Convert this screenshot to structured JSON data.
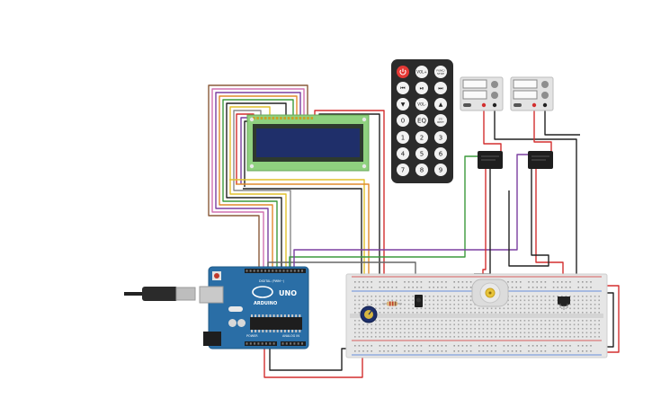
{
  "canvas": {
    "background": "#ffffff"
  },
  "remote": {
    "buttons": [
      {
        "id": "power",
        "label": ""
      },
      {
        "id": "vol-up",
        "label": "VOL+"
      },
      {
        "id": "func-stop",
        "label": "FUNC/STOP"
      },
      {
        "id": "prev",
        "label": ""
      },
      {
        "id": "play-pause",
        "label": ""
      },
      {
        "id": "next",
        "label": ""
      },
      {
        "id": "down",
        "label": ""
      },
      {
        "id": "vol-down",
        "label": "VOL-"
      },
      {
        "id": "up",
        "label": ""
      },
      {
        "id": "zero",
        "label": "0"
      },
      {
        "id": "eq",
        "label": "EQ"
      },
      {
        "id": "st-rept",
        "label": "ST/REPT"
      },
      {
        "id": "one",
        "label": "1"
      },
      {
        "id": "two",
        "label": "2"
      },
      {
        "id": "three",
        "label": "3"
      },
      {
        "id": "four",
        "label": "4"
      },
      {
        "id": "five",
        "label": "5"
      },
      {
        "id": "six",
        "label": "6"
      },
      {
        "id": "seven",
        "label": "7"
      },
      {
        "id": "eight",
        "label": "8"
      },
      {
        "id": "nine",
        "label": "9"
      }
    ]
  },
  "arduino": {
    "brand": "ARDUINO",
    "model": "UNO",
    "power_header": "POWER",
    "analog_header": "ANALOG IN",
    "digital_header": "DIGITAL (PWM~)"
  },
  "colors": {
    "wire_red": "#d32f2f",
    "wire_black": "#222222",
    "wire_green": "#3c9a3c",
    "wire_purple": "#7b3fa0",
    "wire_orange": "#e08a2c",
    "wire_yellow": "#e0c02c",
    "wire_brown": "#8a5a3a",
    "wire_pink": "#d070b0",
    "arduino_blue": "#2a6ea6",
    "lcd_green": "#8fd17f",
    "lcd_screen": "#1f2f6a",
    "breadboard": "#e6e6e6"
  }
}
